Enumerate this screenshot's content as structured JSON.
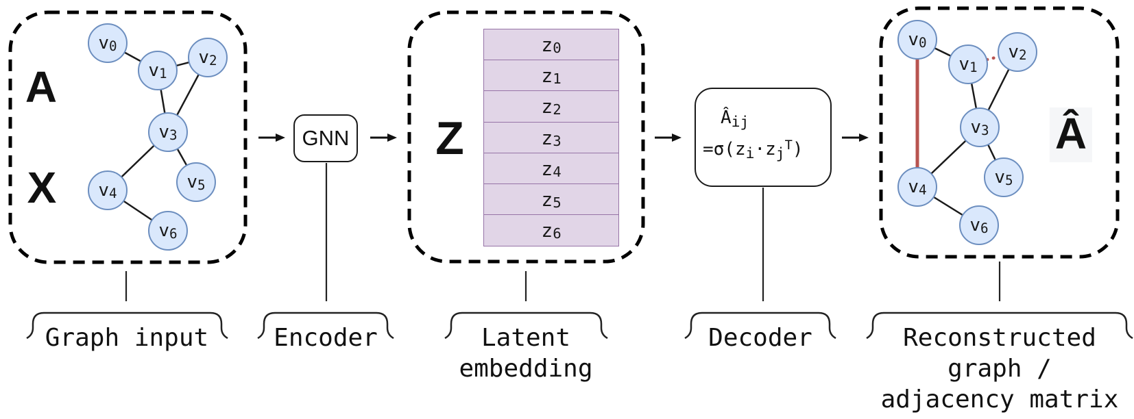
{
  "colors": {
    "node_fill": "#dae8fc",
    "node_stroke": "#6c8ebf",
    "latent_row_fill": "#e1d5e7",
    "latent_row_stroke": "#9673a6",
    "edge_black": "#1a1a1a",
    "edge_red": "#b85450",
    "box_stroke": "#000000"
  },
  "stages": {
    "graph_input": {
      "caption": "Graph input",
      "adjacency_label": "A",
      "features_label": "X",
      "nodes": [
        {
          "id": "v0",
          "base": "v",
          "sub": "0"
        },
        {
          "id": "v1",
          "base": "v",
          "sub": "1"
        },
        {
          "id": "v2",
          "base": "v",
          "sub": "2"
        },
        {
          "id": "v3",
          "base": "v",
          "sub": "3"
        },
        {
          "id": "v4",
          "base": "v",
          "sub": "4"
        },
        {
          "id": "v5",
          "base": "v",
          "sub": "5"
        },
        {
          "id": "v6",
          "base": "v",
          "sub": "6"
        }
      ],
      "edges": [
        {
          "from": "v0",
          "to": "v1",
          "style": "solid-black"
        },
        {
          "from": "v1",
          "to": "v2",
          "style": "solid-black"
        },
        {
          "from": "v1",
          "to": "v3",
          "style": "solid-black"
        },
        {
          "from": "v2",
          "to": "v3",
          "style": "solid-black"
        },
        {
          "from": "v3",
          "to": "v4",
          "style": "solid-black"
        },
        {
          "from": "v3",
          "to": "v5",
          "style": "solid-black"
        },
        {
          "from": "v4",
          "to": "v6",
          "style": "solid-black"
        }
      ]
    },
    "encoder": {
      "caption": "Encoder",
      "box_label": "GNN"
    },
    "latent_embedding": {
      "caption_lines": [
        "Latent",
        "embedding"
      ],
      "matrix_label": "Z",
      "rows": [
        {
          "base": "z",
          "sub": "0"
        },
        {
          "base": "z",
          "sub": "1"
        },
        {
          "base": "z",
          "sub": "2"
        },
        {
          "base": "z",
          "sub": "3"
        },
        {
          "base": "z",
          "sub": "4"
        },
        {
          "base": "z",
          "sub": "5"
        },
        {
          "base": "z",
          "sub": "6"
        }
      ]
    },
    "decoder": {
      "caption": "Decoder",
      "formula": {
        "line1_base": "Â",
        "line1_sub": "ij",
        "line2_pre": "=σ(z",
        "line2_sub_i": "i",
        "line2_mid": "·z",
        "line2_sub_j": "j",
        "line2_sup": "T",
        "line2_post": ")"
      }
    },
    "reconstructed": {
      "caption_lines": [
        "Reconstructed",
        "graph /",
        "adjacency matrix"
      ],
      "adjacency_label": "Â",
      "nodes": [
        {
          "id": "v0",
          "base": "v",
          "sub": "0"
        },
        {
          "id": "v1",
          "base": "v",
          "sub": "1"
        },
        {
          "id": "v2",
          "base": "v",
          "sub": "2"
        },
        {
          "id": "v3",
          "base": "v",
          "sub": "3"
        },
        {
          "id": "v4",
          "base": "v",
          "sub": "4"
        },
        {
          "id": "v5",
          "base": "v",
          "sub": "5"
        },
        {
          "id": "v6",
          "base": "v",
          "sub": "6"
        }
      ],
      "edges": [
        {
          "from": "v0",
          "to": "v1",
          "style": "solid-black"
        },
        {
          "from": "v1",
          "to": "v3",
          "style": "solid-black"
        },
        {
          "from": "v2",
          "to": "v3",
          "style": "solid-black"
        },
        {
          "from": "v3",
          "to": "v4",
          "style": "solid-black"
        },
        {
          "from": "v3",
          "to": "v5",
          "style": "solid-black"
        },
        {
          "from": "v4",
          "to": "v6",
          "style": "solid-black"
        },
        {
          "from": "v0",
          "to": "v4",
          "style": "solid-red"
        },
        {
          "from": "v1",
          "to": "v2",
          "style": "dotted-red"
        }
      ]
    }
  }
}
